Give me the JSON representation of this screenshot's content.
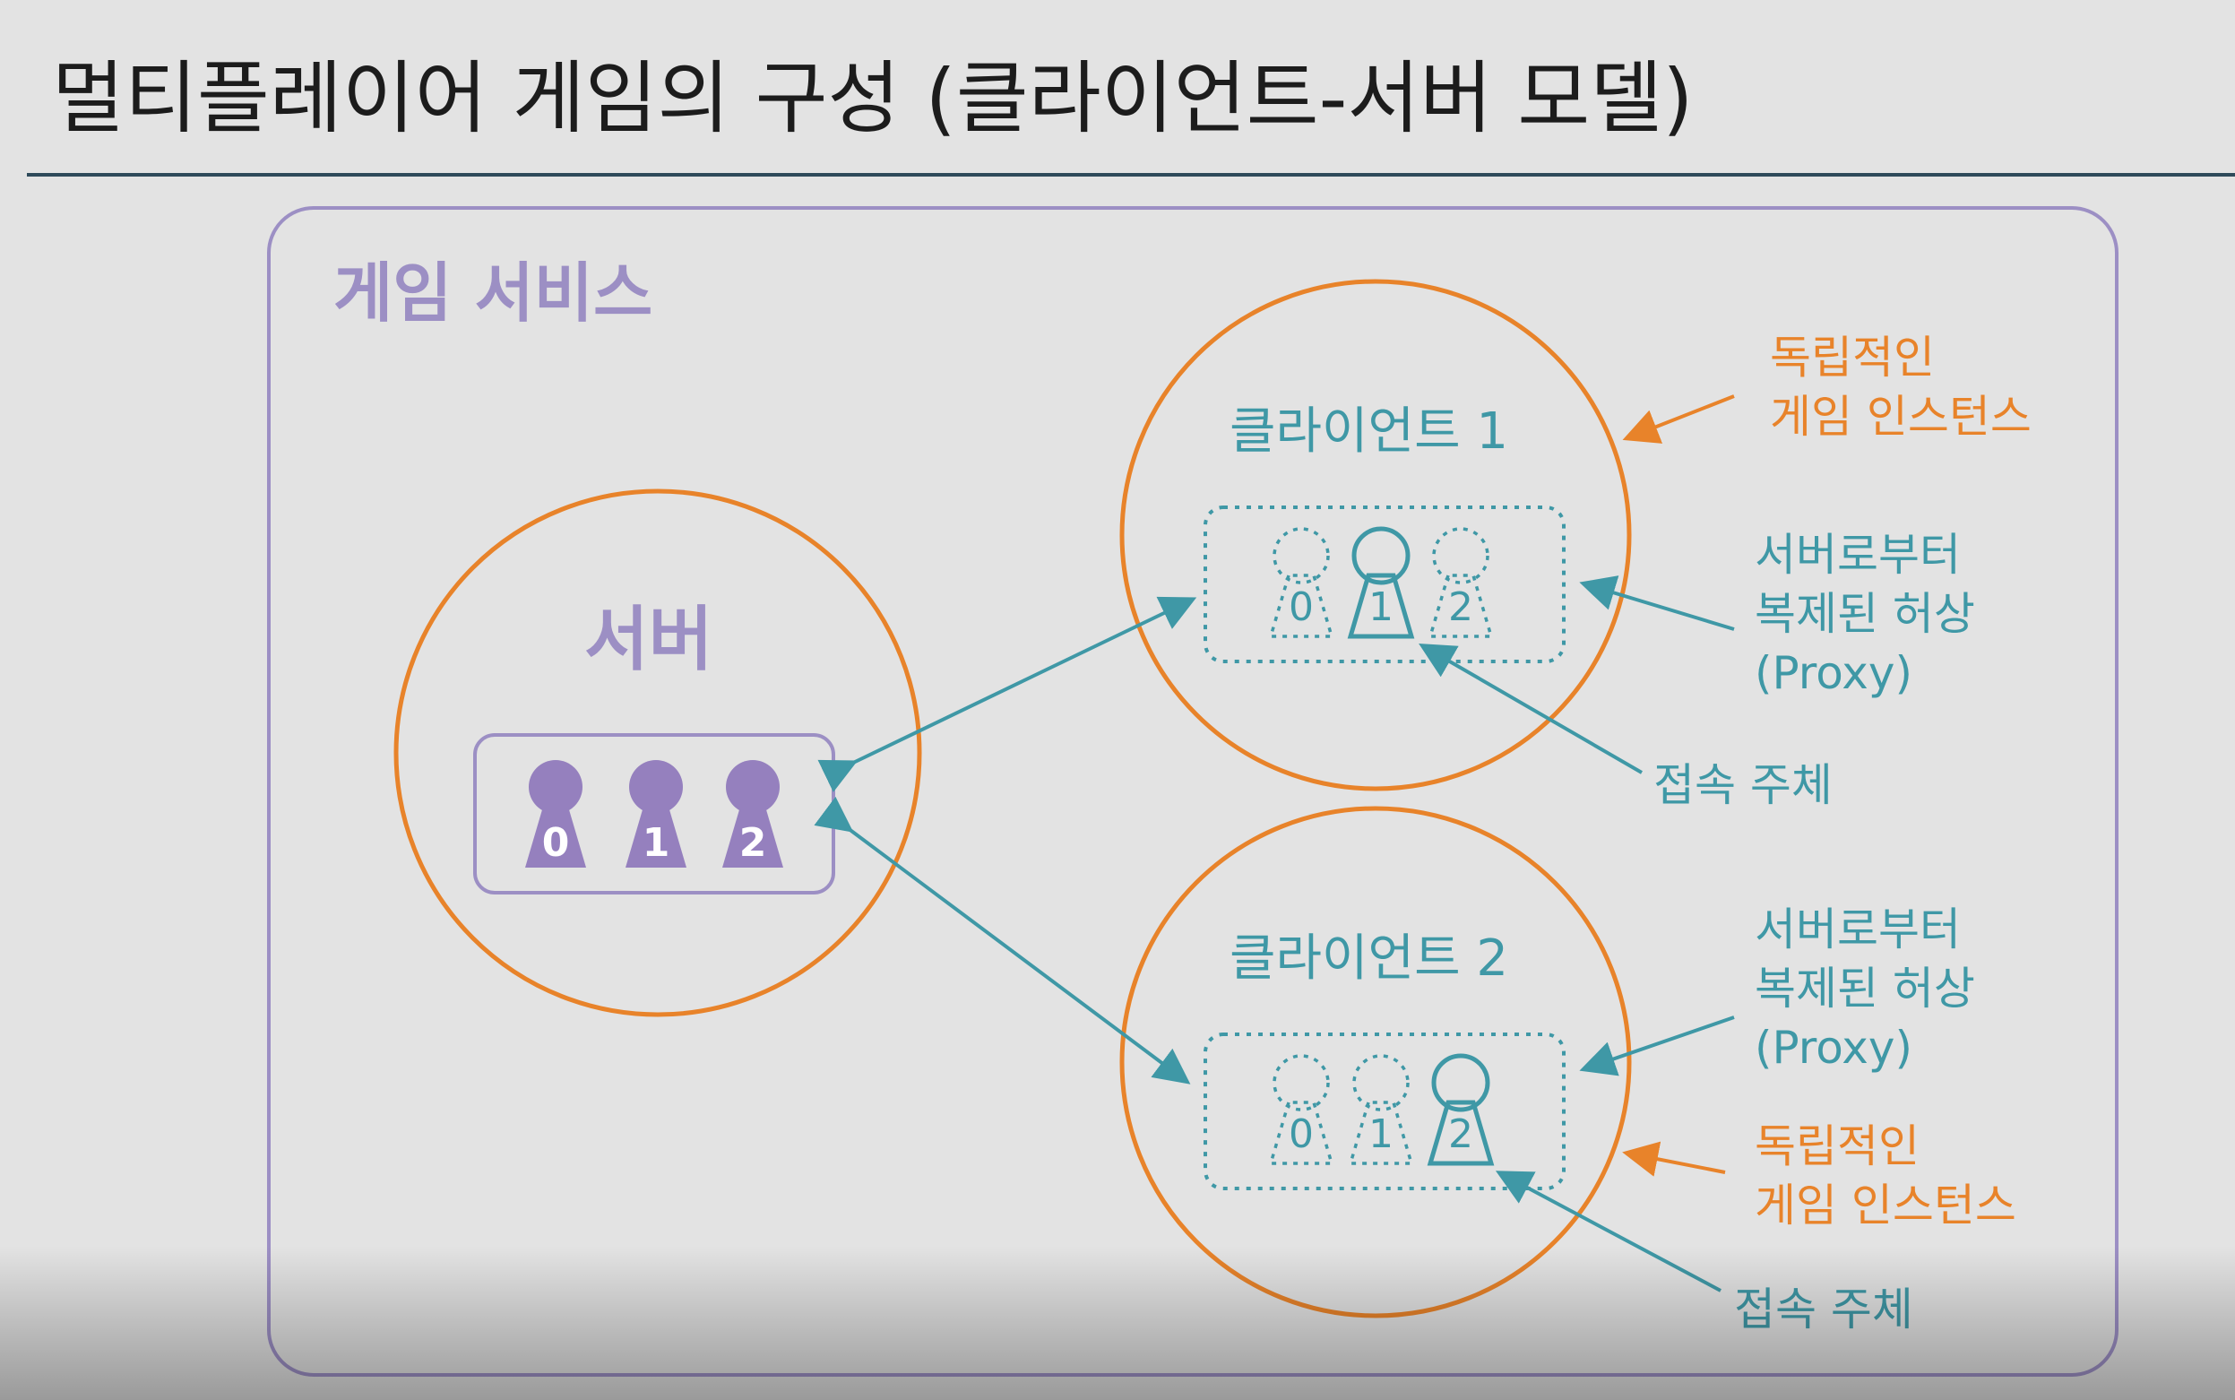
{
  "slide": {
    "title": "멀티플레이어 게임의 구성 (클라이언트-서버 모델)"
  },
  "service": {
    "label": "게임 서비스"
  },
  "server": {
    "label": "서버",
    "pawns": [
      "0",
      "1",
      "2"
    ]
  },
  "clients": [
    {
      "label": "클라이언트 1",
      "pawns": [
        "0",
        "1",
        "2"
      ],
      "owned_pawn": "1",
      "annotations": {
        "instance": [
          "독립적인",
          "게임 인스턴스"
        ],
        "proxy": [
          "서버로부터",
          "복제된 허상",
          "(Proxy)"
        ],
        "subject": "접속 주체"
      }
    },
    {
      "label": "클라이언트 2",
      "pawns": [
        "0",
        "1",
        "2"
      ],
      "owned_pawn": "2",
      "annotations": {
        "instance": [
          "독립적인",
          "게임 인스턴스"
        ],
        "proxy": [
          "서버로부터",
          "복제된 허상",
          "(Proxy)"
        ],
        "subject": "접속 주체"
      }
    }
  ],
  "colors": {
    "background": "#e3e3e3",
    "title": "#1c1c1c",
    "divider": "#2e4a5a",
    "service_purple": "#9c8fc4",
    "orange": "#e8832a",
    "teal": "#3f98a6",
    "pawn_purple": "#9580be"
  },
  "icons": {
    "pawn": "pawn-icon",
    "arrow": "arrow-icon"
  }
}
